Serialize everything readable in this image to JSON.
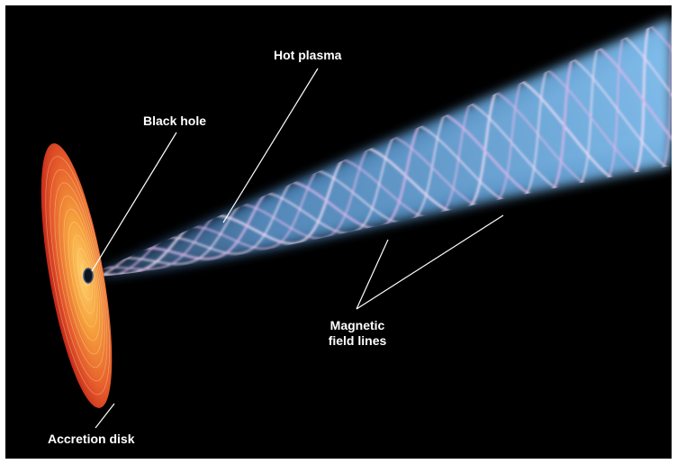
{
  "diagram": {
    "labels": {
      "hot_plasma": "Hot plasma",
      "black_hole": "Black hole",
      "magnetic_line1": "Magnetic",
      "magnetic_line2": "field lines",
      "accretion_disk": "Accretion disk"
    },
    "colors": {
      "background": "#000000",
      "jet": "#5fa8e6",
      "field_lines": "#e4c4f0",
      "disk_outer": "#d8301c",
      "disk_inner": "#f5a33a",
      "leader_lines": "#ffffff"
    }
  }
}
